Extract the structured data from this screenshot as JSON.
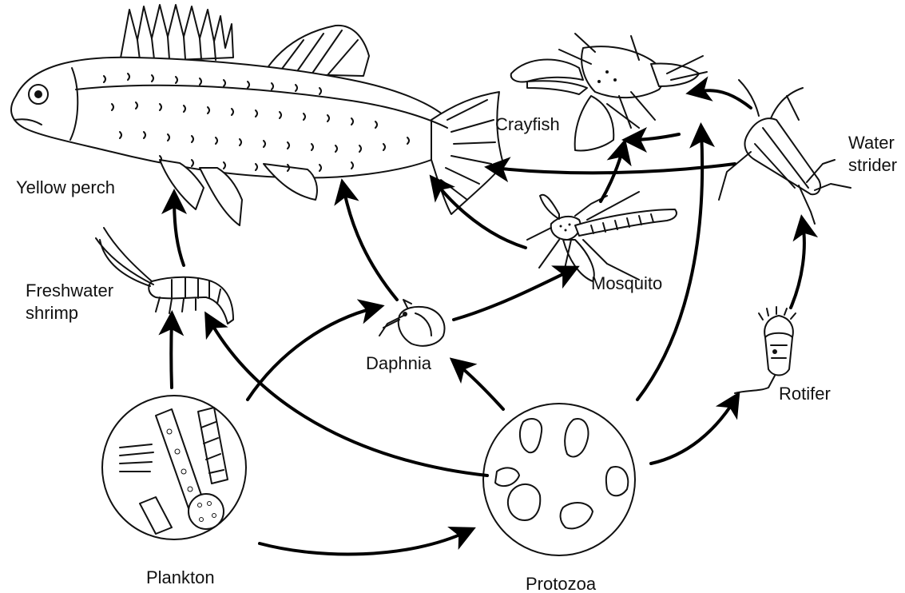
{
  "organisms": {
    "yellow_perch": "Yellow perch",
    "freshwater_shrimp_line1": "Freshwater",
    "freshwater_shrimp_line2": "shrimp",
    "crayfish": "Crayfish",
    "water_strider_line1": "Water",
    "water_strider_line2": "strider",
    "mosquito": "Mosquito",
    "daphnia": "Daphnia",
    "rotifer": "Rotifer",
    "plankton": "Plankton",
    "protozoa": "Protozoa"
  },
  "links": [
    {
      "from": "Plankton",
      "to": "Freshwater shrimp"
    },
    {
      "from": "Plankton",
      "to": "Daphnia"
    },
    {
      "from": "Plankton",
      "to": "Protozoa"
    },
    {
      "from": "Protozoa",
      "to": "Freshwater shrimp"
    },
    {
      "from": "Protozoa",
      "to": "Daphnia"
    },
    {
      "from": "Protozoa",
      "to": "Crayfish"
    },
    {
      "from": "Protozoa",
      "to": "Rotifer"
    },
    {
      "from": "Freshwater shrimp",
      "to": "Yellow perch"
    },
    {
      "from": "Daphnia",
      "to": "Yellow perch"
    },
    {
      "from": "Daphnia",
      "to": "Mosquito"
    },
    {
      "from": "Mosquito",
      "to": "Yellow perch"
    },
    {
      "from": "Mosquito",
      "to": "Crayfish"
    },
    {
      "from": "Water strider",
      "to": "Yellow perch"
    },
    {
      "from": "Water strider",
      "to": "Crayfish"
    },
    {
      "from": "Rotifer",
      "to": "Water strider"
    }
  ]
}
